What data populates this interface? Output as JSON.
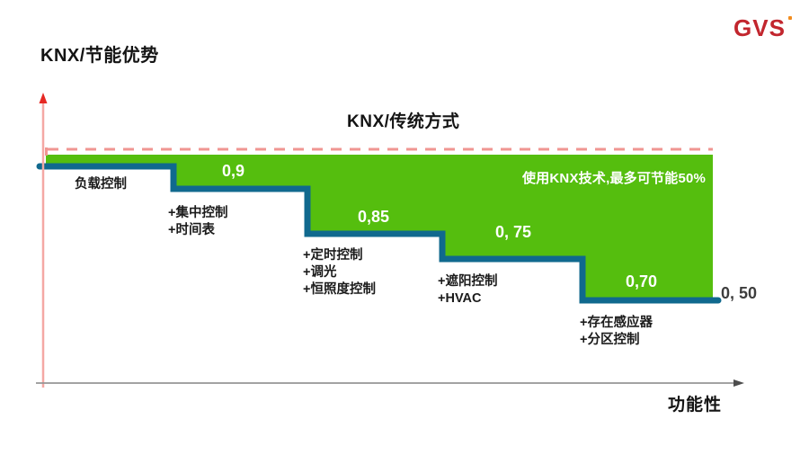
{
  "header": {
    "title": "KNX/节能优势",
    "logo_text": "GVS"
  },
  "chart": {
    "title": "KNX/传统方式",
    "x_axis_label": "功能性",
    "annotation": "使用KNX技术,最多可节能50%",
    "end_value_label": "0, 50",
    "step_values": [
      "0,9",
      "0,85",
      "0, 75",
      "0,70"
    ],
    "stages": [
      {
        "lines": [
          "负载控制"
        ]
      },
      {
        "lines": [
          "+集中控制",
          "+时间表"
        ]
      },
      {
        "lines": [
          "+定时控制",
          "+调光",
          "+恒照度控制"
        ]
      },
      {
        "lines": [
          "+遮阳控制",
          "+HVAC"
        ]
      },
      {
        "lines": [
          "+存在感应器",
          "+分区控制"
        ]
      }
    ],
    "colors": {
      "savings_fill_green": "#55be0e",
      "step_line_blue": "#10698e",
      "reference_dashed_pink": "#f09692",
      "y_axis_pink": "#f4a8a4",
      "arrow_red": "#e62823",
      "x_axis_gray": "#969696",
      "logo_red": "#c2262e"
    }
  },
  "chart_data": {
    "type": "area",
    "variant": "step-down-staircase",
    "title": "KNX/传统方式",
    "xlabel": "功能性",
    "ylabel": "",
    "baseline_reference": 1.0,
    "categories": [
      "负载控制",
      "+集中控制 +时间表",
      "+定时控制 +调光 +恒照度控制",
      "+遮阳控制 +HVAC",
      "+存在感应器 +分区控制"
    ],
    "values": [
      1.0,
      0.9,
      0.85,
      0.75,
      0.7
    ],
    "end_value": 0.5,
    "step_labels": [
      "0,9",
      "0,85",
      "0, 75",
      "0,70"
    ],
    "end_label": "0, 50",
    "annotation": "使用KNX技术,最多可节能50%",
    "legend": "none",
    "grid": "off",
    "notes": "Green area between dashed 1.0 reference line and blue stepped consumption line represents energy savings up to 50%."
  }
}
